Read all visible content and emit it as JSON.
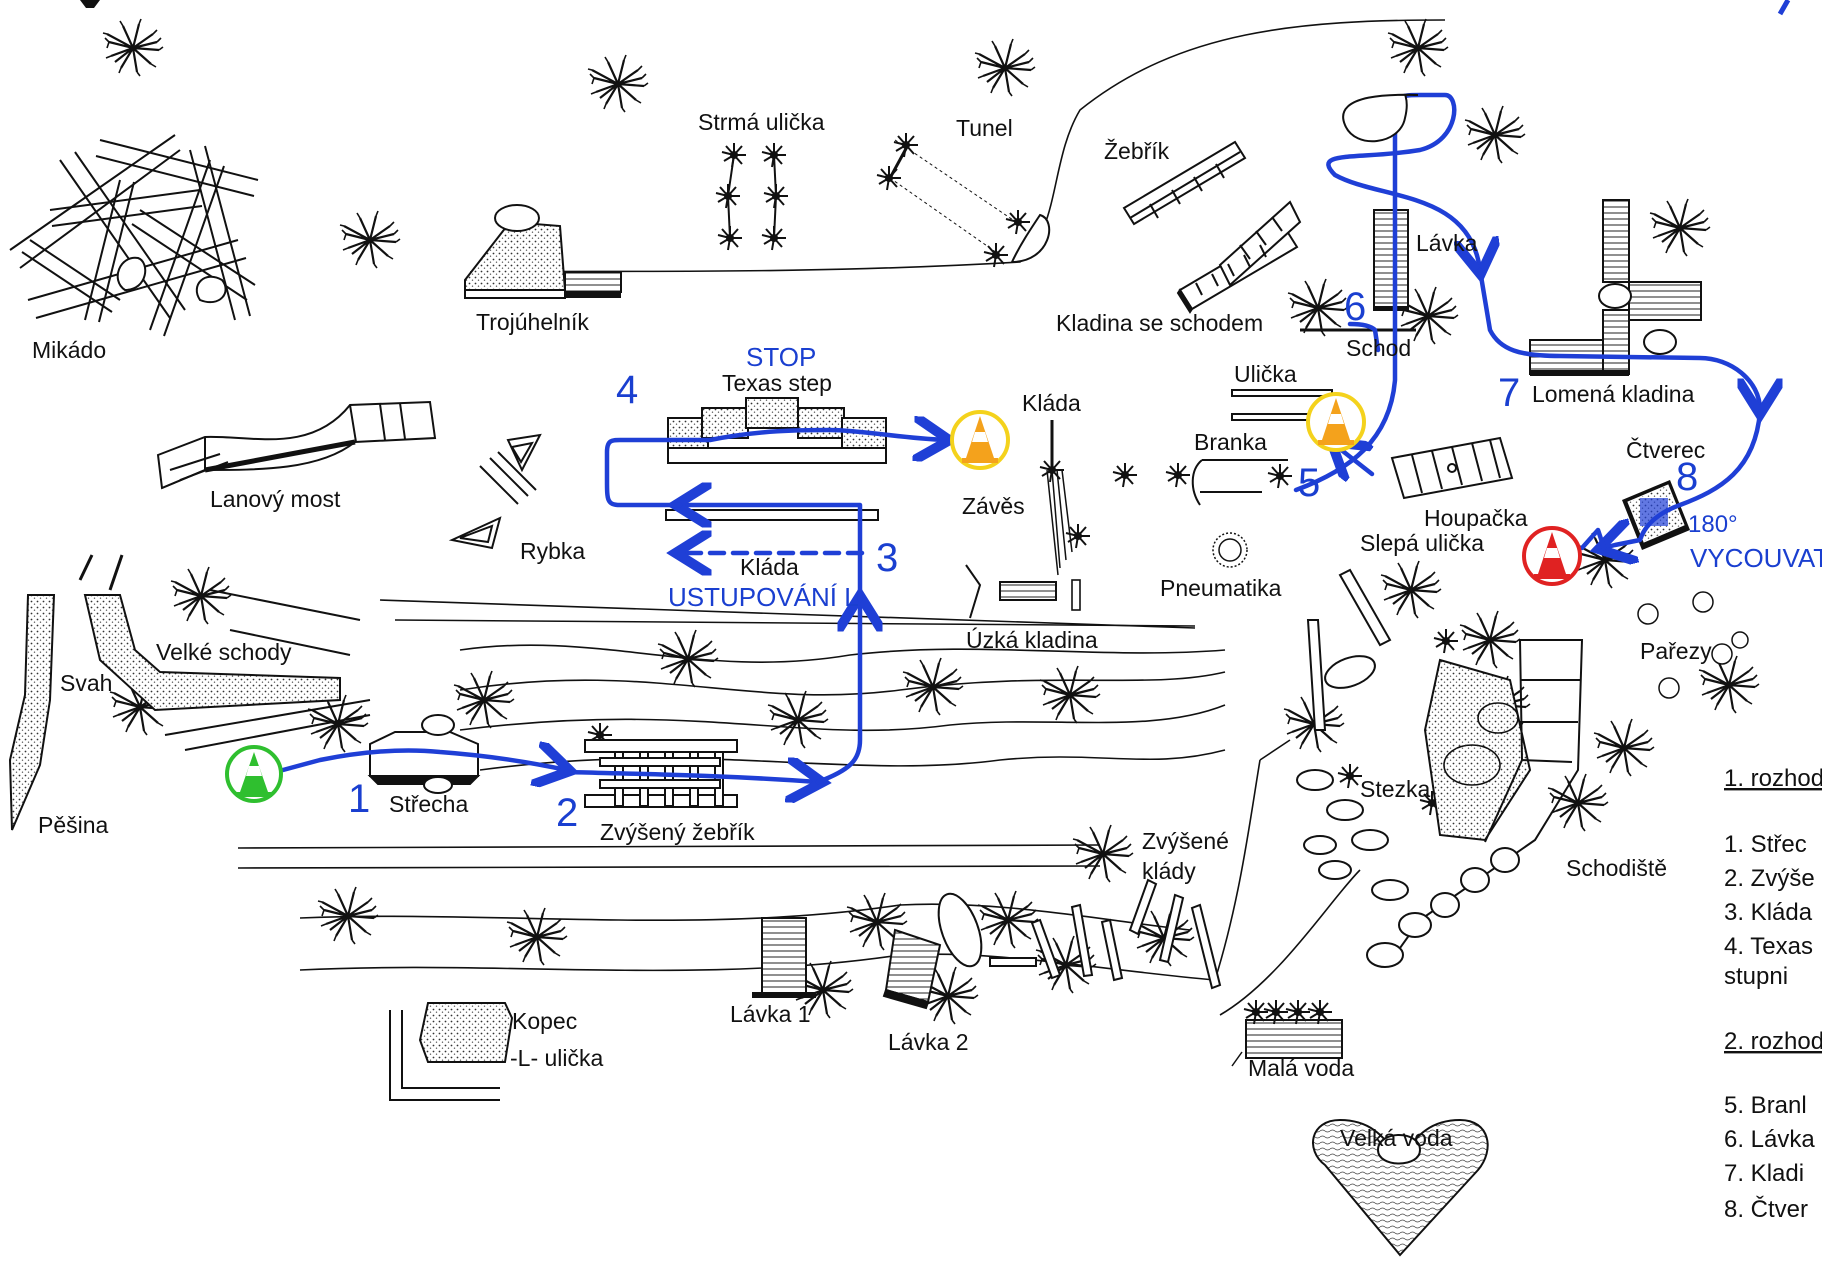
{
  "map": {
    "obstacles": [
      "Mikádo",
      "Trojúhelník",
      "Strmá ulička",
      "Tunel",
      "Žebřík",
      "Kladina se schodem",
      "Lávka",
      "Schod",
      "Lomená kladina",
      "Lanový most",
      "Texas step",
      "Kláda",
      "Závěs",
      "Ulička",
      "Branka",
      "Houpačka",
      "Čtverec",
      "Rybka",
      "Pneumatika",
      "Slepá ulička",
      "Úzká kladina",
      "Velké schody",
      "Svah",
      "Pěšina",
      "Střecha",
      "Zvýšený žebřík",
      "Zvýšené",
      "klády",
      "Stezka",
      "Schodiště",
      "Pařezy",
      "Kopec",
      "-L- ulička",
      "Lávka 1",
      "Lávka 2",
      "Malá voda",
      "Velká voda",
      "Kláda"
    ],
    "blue_labels": {
      "stop": "STOP",
      "ustupovani": "USTUPOVÁNÍ L",
      "deg": "180°",
      "vycouvat": "VYCOUVAT"
    },
    "route_numbers": [
      "1",
      "2",
      "3",
      "4",
      "5",
      "6",
      "7",
      "8"
    ],
    "cones": [
      {
        "name": "start",
        "color": "#2fbf2f"
      },
      {
        "name": "checkpoint-a",
        "color": "#f4d21c"
      },
      {
        "name": "checkpoint-b",
        "color": "#f4d21c"
      },
      {
        "name": "finish",
        "color": "#e02222"
      }
    ],
    "route_color": "#1f3fd6"
  },
  "legend": {
    "section1_title": "1. rozhod",
    "section1_items": [
      "1.  Střec",
      "2.  Zvýše",
      "3.  Kláda",
      "4.  Texas"
    ],
    "section1_cont": "stupni",
    "section2_title": "2. rozhod",
    "section2_items": [
      "5.  Branl",
      "6.  Lávka",
      "7.  Kladi",
      "8.  Čtver"
    ]
  }
}
